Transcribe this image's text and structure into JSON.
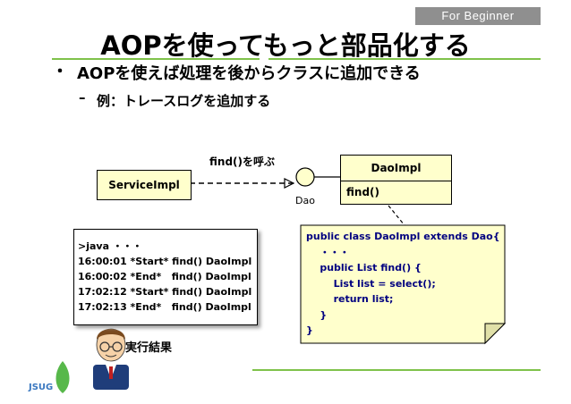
{
  "badge": "For Beginner",
  "title": "AOPを使ってもっと部品化する",
  "bullet1": {
    "marker": "・",
    "text": "AOPを使えば処理を後からクラスに追加できる"
  },
  "bullet2": {
    "marker": "–",
    "text": "例：トレースログを追加する"
  },
  "diagram": {
    "service_class": "ServiceImpl",
    "call_label": "find()を呼ぶ",
    "interface_label": "Dao",
    "dao_class": {
      "name": "DaoImpl",
      "method": "find()"
    }
  },
  "exec_output": {
    "lines": [
      ">java ・・・",
      "16:00:01 *Start* find() DaoImpl",
      "16:00:02 *End*   find() DaoImpl",
      "17:02:12 *Start* find() DaoImpl",
      "17:02:13 *End*   find() DaoImpl"
    ],
    "label": "実行結果"
  },
  "code": {
    "lines": [
      "public class DaoImpl extends Dao{",
      "    ・・・",
      "    public List find() {",
      "        List list = select();",
      "        return list;",
      "    }",
      "}"
    ]
  },
  "logo": "JSUG",
  "colors": {
    "accent_green": "#7fc24a",
    "class_fill": "#ffffcc",
    "note_fill": "#ffffcc",
    "code_text": "#000080",
    "badge_bg": "#8f8f8f"
  }
}
